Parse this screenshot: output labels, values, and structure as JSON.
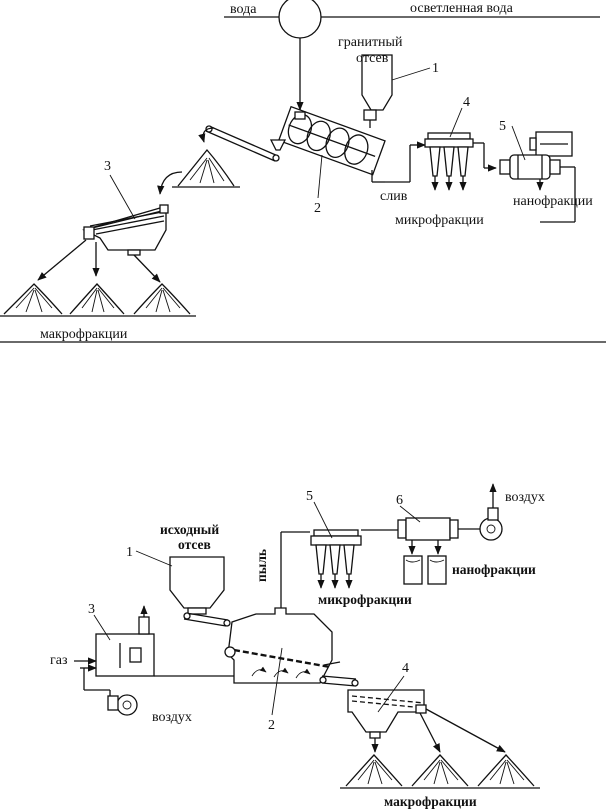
{
  "scheme_top": {
    "labels": {
      "water": "вода",
      "clarified_water": "осветленная вода",
      "granite_screening": "гранитный",
      "granite_screening_2": "отсев",
      "drain": "слив",
      "microfractions": "микрофракции",
      "nanofractions": "нанофракции",
      "macrofractions": "макрофракции"
    },
    "numbers": {
      "n1": "1",
      "n2": "2",
      "n3": "3",
      "n4": "4",
      "n5": "5"
    }
  },
  "scheme_bottom": {
    "labels": {
      "source_screening": "исходный",
      "source_screening_2": "отсев",
      "dust": "пыль",
      "air_out": "воздух",
      "microfractions": "микрофракции",
      "nanofractions": "нанофракции",
      "gas": "газ",
      "air_in": "воздух",
      "macrofractions": "макрофракции"
    },
    "numbers": {
      "n1": "1",
      "n2": "2",
      "n3": "3",
      "n4": "4",
      "n5": "5",
      "n6": "6"
    }
  }
}
